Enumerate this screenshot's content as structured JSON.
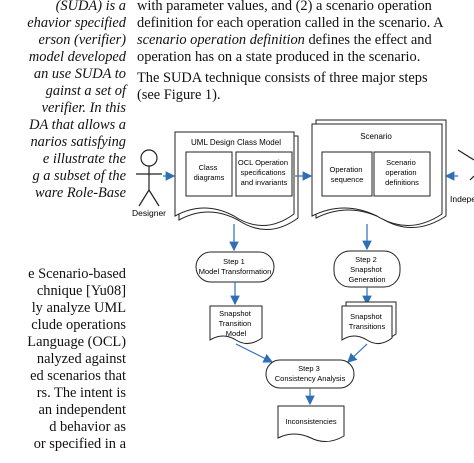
{
  "left_column": [
    {
      "text": "(SUDA) is a",
      "italic": true
    },
    {
      "text": "ehavior specified",
      "italic": true
    },
    {
      "text": "erson (verifier)",
      "italic": true
    },
    {
      "text": "model developed",
      "italic": true
    },
    {
      "text": "an use SUDA to",
      "italic": true
    },
    {
      "text": "gainst a set of",
      "italic": true
    },
    {
      "text": "verifier. In this",
      "italic": true
    },
    {
      "text": "DA that allows a",
      "italic": true
    },
    {
      "text": "narios satisfying",
      "italic": true
    },
    {
      "text": "e illustrate the",
      "italic": true
    },
    {
      "text": "g a subset of the",
      "italic": true
    },
    {
      "text": "ware Role-Base",
      "italic": true
    },
    {
      "text": "e Scenario-based",
      "italic": false
    },
    {
      "text": "chnique [Yu08]",
      "italic": false
    },
    {
      "text": "ly analyze UML",
      "italic": false
    },
    {
      "text": "clude operations",
      "italic": false
    },
    {
      "text": "Language (OCL)",
      "italic": false
    },
    {
      "text": "nalyzed against",
      "italic": false
    },
    {
      "text": "ed scenarios that",
      "italic": false
    },
    {
      "text": "rs. The intent is",
      "italic": false
    },
    {
      "text": "an independent",
      "italic": false
    },
    {
      "text": "d behavior as",
      "italic": false
    },
    {
      "text": "or specified in a",
      "italic": false
    }
  ],
  "right_column": [
    {
      "segments": [
        {
          "t": "with parameter values, and (2) a scenario operation",
          "i": false
        }
      ]
    },
    {
      "segments": [
        {
          "t": "definition for each operation called in the scenario. A",
          "i": false
        }
      ]
    },
    {
      "segments": [
        {
          "t": "scenario operation definition",
          "i": true
        },
        {
          "t": " defines the effect and",
          "i": false
        }
      ]
    },
    {
      "segments": [
        {
          "t": "operation has on a state produced in the scenario.",
          "i": false
        }
      ]
    },
    {
      "segments": [
        {
          "t": "    The SUDA technique consists of three major steps",
          "i": false
        }
      ]
    },
    {
      "segments": [
        {
          "t": "(see Figure 1).",
          "i": false
        }
      ]
    }
  ],
  "diagram": {
    "designer_label": "Designer",
    "independent_label": "Indepe",
    "uml_title": "UML Design Class Model",
    "uml_sub1": [
      "Class",
      "diagrams"
    ],
    "uml_sub2": [
      "OCL Operation",
      "specifications",
      "and invariants"
    ],
    "scenario_title": "Scenario",
    "scen_sub1": [
      "Operation",
      "sequence"
    ],
    "scen_sub2": [
      "Scenario",
      "operation",
      "definitions"
    ],
    "step1": [
      "Step 1",
      "Model Transformation"
    ],
    "step2": [
      "Step 2",
      "Snapshot",
      "Generation"
    ],
    "snap_model": [
      "Snapshot",
      "Transition",
      "Model"
    ],
    "snap_trans": [
      "Snapshot",
      "Transitions"
    ],
    "step3": [
      "Step 3",
      "Consistency Analysis"
    ],
    "inconsistencies": "Inconsistencies",
    "arrow_color": "#2e6fb5"
  }
}
